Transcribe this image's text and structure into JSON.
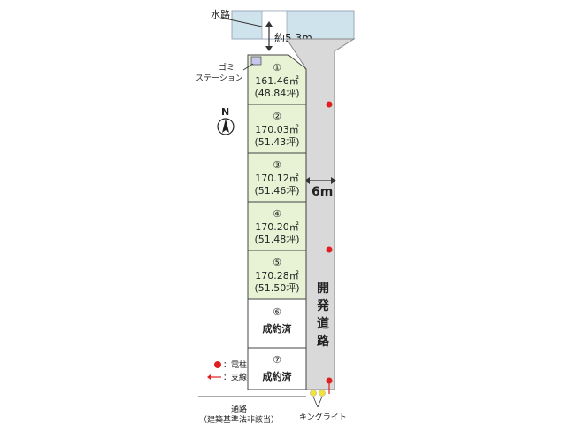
{
  "labels": {
    "waterway": "水路",
    "width_top": "約5.3m",
    "garbage_station_line1": "ゴミ",
    "garbage_station_line2": "ステーション",
    "north": "N",
    "road_width": "6m",
    "development_road": [
      "開",
      "発",
      "道",
      "路"
    ],
    "king_light": "キングライト",
    "passage_line1": "通路",
    "passage_line2": "（建築基準法非該当）"
  },
  "legend": {
    "pole_label": "：電柱",
    "support_label": "：支線"
  },
  "lots": [
    {
      "no": "①",
      "area": "161.46㎡",
      "tsubo": "(48.84坪)",
      "status": "available"
    },
    {
      "no": "②",
      "area": "170.03㎡",
      "tsubo": "(51.43坪)",
      "status": "available"
    },
    {
      "no": "③",
      "area": "170.12㎡",
      "tsubo": "(51.46坪)",
      "status": "available"
    },
    {
      "no": "④",
      "area": "170.20㎡",
      "tsubo": "(51.48坪)",
      "status": "available"
    },
    {
      "no": "⑤",
      "area": "170.28㎡",
      "tsubo": "(51.50坪)",
      "status": "available"
    },
    {
      "no": "⑥",
      "label": "成約済",
      "status": "sold"
    },
    {
      "no": "⑦",
      "label": "成約済",
      "status": "sold"
    }
  ],
  "colors": {
    "available_lot": "#e8f3d6",
    "sold_lot": "#ffffff",
    "road": "#d9d9d9",
    "waterway": "#cfe3ec",
    "pole": "#e02020",
    "king_light": "#f2e33a",
    "garbage_station": "#c9c6ee"
  }
}
